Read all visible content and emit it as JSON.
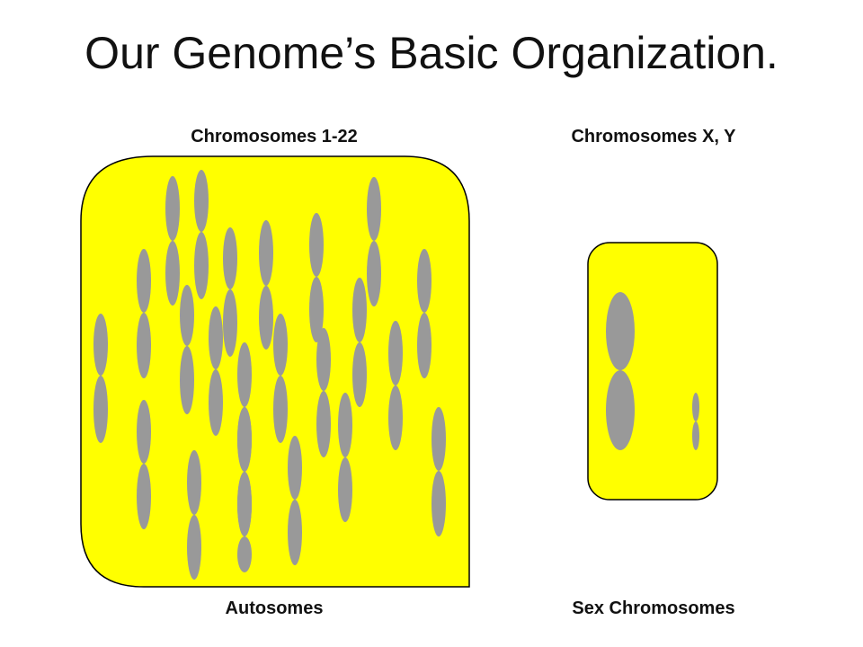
{
  "title": "Our Genome’s Basic Organization.",
  "autosome_panel": {
    "heading": "Chromosomes 1-22",
    "caption": "Autosomes"
  },
  "sex_panel": {
    "heading": "Chromosomes X, Y",
    "caption": "Sex Chromosomes"
  },
  "colors": {
    "panel_fill": "#ffff00",
    "panel_stroke": "#000000",
    "chromosome": "#999999"
  }
}
